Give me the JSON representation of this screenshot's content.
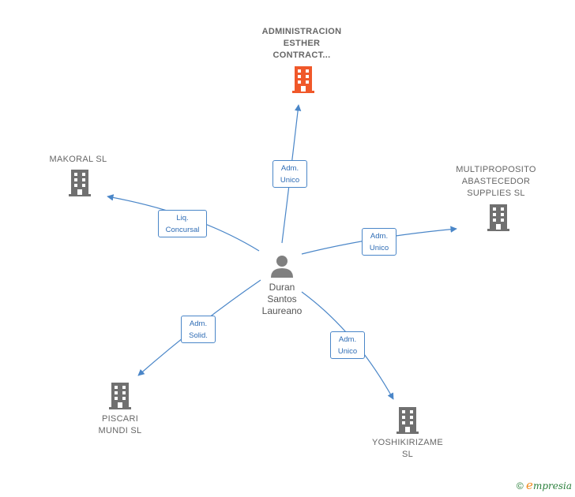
{
  "center": {
    "name": "Duran\nSantos\nLaureano",
    "icon": "person-icon"
  },
  "companies": [
    {
      "id": "administracion",
      "name": "ADMINISTRACION\nESTHER\nCONTRACT...",
      "icon": "building-icon",
      "color": "#f0582a",
      "focus": true
    },
    {
      "id": "makoral",
      "name": "MAKORAL SL",
      "icon": "building-icon",
      "color": "#707070"
    },
    {
      "id": "multiproposito",
      "name": "MULTIPROPOSITO\nABASTECEDOR\nSUPPLIES  SL",
      "icon": "building-icon",
      "color": "#707070"
    },
    {
      "id": "piscari",
      "name": "PISCARI\nMUNDI  SL",
      "icon": "building-icon",
      "color": "#707070"
    },
    {
      "id": "yoshikirizame",
      "name": "YOSHIKIRIZAME\nSL",
      "icon": "building-icon",
      "color": "#707070"
    }
  ],
  "relations": [
    {
      "to": "administracion",
      "label": "Adm.\nUnico"
    },
    {
      "to": "makoral",
      "label": "Liq.\nConcursal"
    },
    {
      "to": "multiproposito",
      "label": "Adm.\nUnico"
    },
    {
      "to": "piscari",
      "label": "Adm.\nSolid."
    },
    {
      "to": "yoshikirizame",
      "label": "Adm.\nUnico"
    }
  ],
  "footer": {
    "copyright": "©",
    "brand_initial": "e",
    "brand_rest": "mpresia"
  },
  "colors": {
    "edge": "#4a86c8",
    "person": "#808080"
  }
}
